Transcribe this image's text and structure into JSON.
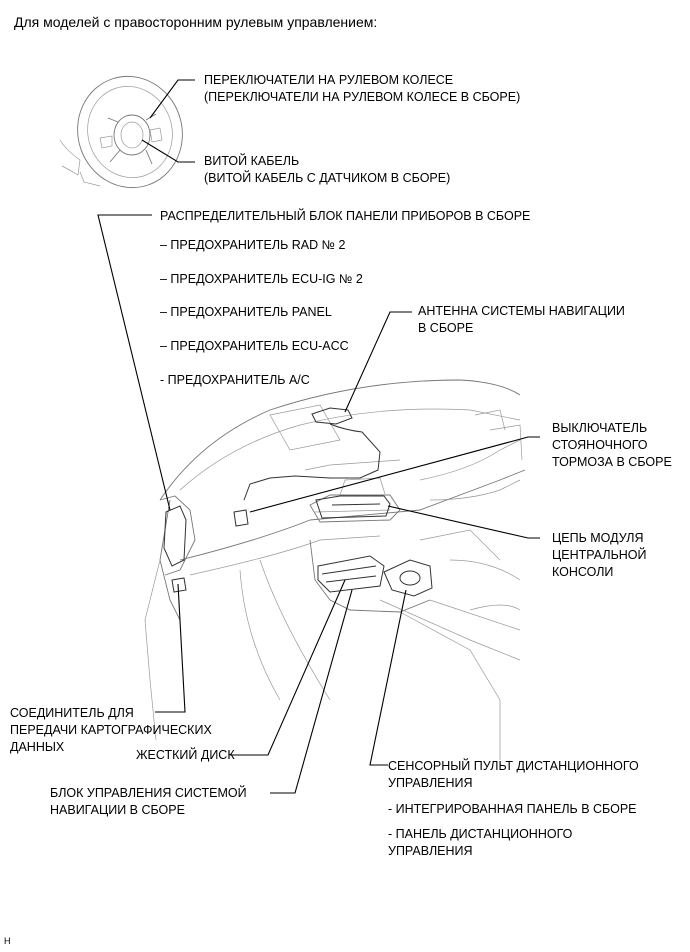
{
  "title": "Для моделей с правосторонним рулевым управлением:",
  "labels": {
    "steering_switch_1": "ПЕРЕКЛЮЧАТЕЛИ НА РУЛЕВОМ КОЛЕСЕ",
    "steering_switch_2": "(ПЕРЕКЛЮЧАТЕЛИ НА РУЛЕВОМ КОЛЕСЕ В СБОРЕ)",
    "spiral_cable_1": "ВИТОЙ КАБЕЛЬ",
    "spiral_cable_2": "(ВИТОЙ КАБЕЛЬ С ДАТЧИКОМ В СБОРЕ)",
    "junction_block": "РАСПРЕДЕЛИТЕЛЬНЫЙ БЛОК ПАНЕЛИ ПРИБОРОВ В СБОРЕ",
    "fuse_rad": "– ПРЕДОХРАНИТЕЛЬ RAD № 2",
    "fuse_ecu_ig": "– ПРЕДОХРАНИТЕЛЬ ECU-IG № 2",
    "fuse_panel": "– ПРЕДОХРАНИТЕЛЬ PANEL",
    "fuse_ecu_acc": "– ПРЕДОХРАНИТЕЛЬ ECU-ACC",
    "fuse_ac": "- ПРЕДОХРАНИТЕЛЬ A/C",
    "antenna_1": "АНТЕННА СИСТЕМЫ НАВИГАЦИИ",
    "antenna_2": "В СБОРЕ",
    "parking_1": "ВЫКЛЮЧАТЕЛЬ",
    "parking_2": "СТОЯНОЧНОГО",
    "parking_3": "ТОРМОЗА В СБОРЕ",
    "console_1": "ЦЕПЬ МОДУЛЯ",
    "console_2": "ЦЕНТРАЛЬНОЙ",
    "console_3": "КОНСОЛИ",
    "map_conn_1": "СОЕДИНИТЕЛЬ ДЛЯ",
    "map_conn_2": "ПЕРЕДАЧИ КАРТОГРАФИЧЕСКИХ",
    "map_conn_3": "ДАННЫХ",
    "hdd": "ЖЕСТКИЙ ДИСК",
    "nav_ecu_1": "БЛОК УПРАВЛЕНИЯ СИСТЕМОЙ",
    "nav_ecu_2": "НАВИГАЦИИ В СБОРЕ",
    "touch_1": "СЕНСОРНЫЙ ПУЛЬТ ДИСТАНЦИОННОГО",
    "touch_2": "УПРАВЛЕНИЯ",
    "touch_3": "- ИНТЕГРИРОВАННАЯ ПАНЕЛЬ В СБОРЕ",
    "touch_4": "- ПАНЕЛЬ ДИСТАНЦИОННОГО",
    "touch_5": "УПРАВЛЕНИЯ"
  },
  "figure_code": "H"
}
